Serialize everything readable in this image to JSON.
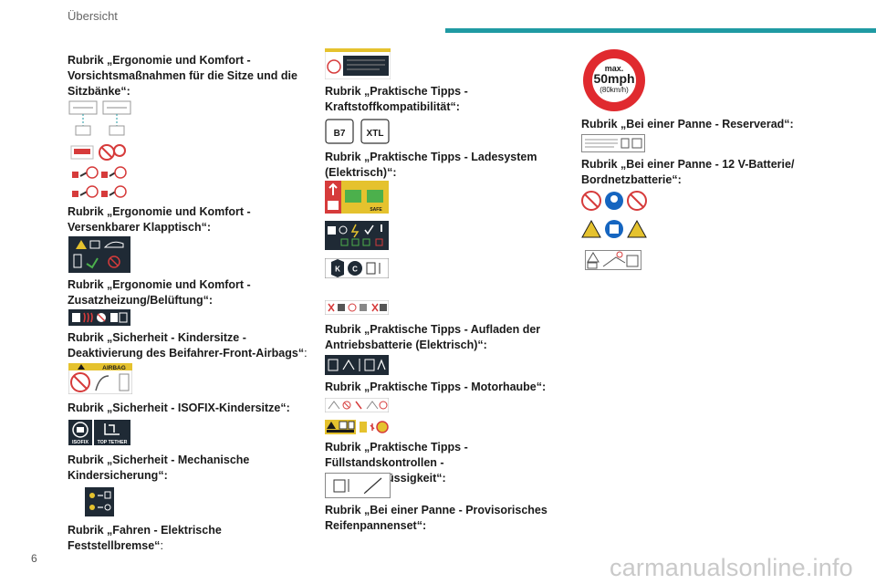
{
  "header": {
    "title": "Übersicht",
    "accent_color": "#1f9aa3"
  },
  "page_number": "6",
  "watermark": "carmanualsonline.info",
  "icon_texts": {
    "airbag": "AIRBAG",
    "isofix": "ISOFIX",
    "top_tether": "TOP TETHER",
    "b7": "B7",
    "xtl": "XTL",
    "safe": "SAFE",
    "k": "K",
    "c": "C",
    "max": "max.",
    "speed": "50mph",
    "speed_kmh": "(80km/h)"
  },
  "column1": [
    {
      "heading": "Rubrik „Ergonomie und Komfort - Vorsichtsmaßnahmen für die Sitze und die Sitzbänke“:"
    },
    {
      "heading": "Rubrik „Ergonomie und Komfort - Versenkbarer Klapptisch“:"
    },
    {
      "heading": "Rubrik „Ergonomie und Komfort - Zusatzheizung/Belüftung“:"
    },
    {
      "heading": "Rubrik „Sicherheit - Kindersitze - Deaktivierung des Beifahrer-Front-Airbags“",
      "suffix": ":"
    },
    {
      "heading": "Rubrik „Sicherheit - ISOFIX-Kindersitze“:"
    },
    {
      "heading": "Rubrik „Sicherheit - Mechanische Kindersicherung“:"
    },
    {
      "heading": "Rubrik „Fahren - Elektrische Feststellbremse“",
      "suffix": ":"
    }
  ],
  "column2": [
    {
      "heading": "Rubrik „Praktische Tipps - Kraftstoffkompatibilität“:"
    },
    {
      "heading": "Rubrik „Praktische Tipps - Ladesystem (Elektrisch)“:"
    },
    {
      "heading": "Rubrik „Praktische Tipps - Aufladen der Antriebsbatterie (Elektrisch)“:"
    },
    {
      "heading": "Rubrik „Praktische Tipps - Motorhaube“:"
    },
    {
      "heading": "Rubrik „Praktische Tipps - Füllstandskontrollen - Motorkühlflüssigkeit“:"
    },
    {
      "heading": "Rubrik „Bei einer Panne - Provisorisches Reifenpannenset“:"
    }
  ],
  "column3": [
    {
      "heading": "Rubrik „Bei einer Panne - Reserverad“:"
    },
    {
      "heading": "Rubrik „Bei einer Panne - 12 V-Batterie/ Bordnetzbatterie“:"
    }
  ]
}
